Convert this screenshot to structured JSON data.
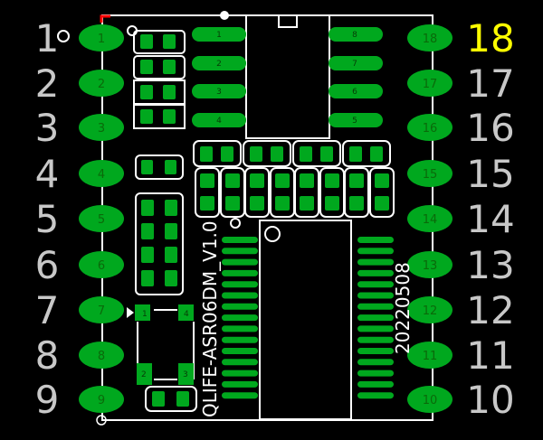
{
  "board": {
    "name": "QLIFE-ASR06DM_V1.0",
    "date": "20220508"
  },
  "colors": {
    "background": "#000000",
    "copper": "#00a81e",
    "silkscreen": "#ffffff",
    "pin_label": "#c8c8c8",
    "highlight": "#ffff00",
    "marker": "#ff0000"
  },
  "left_pins": [
    "1",
    "2",
    "3",
    "4",
    "5",
    "6",
    "7",
    "8",
    "9"
  ],
  "right_pins": [
    "18",
    "17",
    "16",
    "15",
    "14",
    "13",
    "12",
    "11",
    "10"
  ],
  "highlighted_pin": "18",
  "left_pad_labels": [
    "1",
    "2",
    "3",
    "4",
    "5",
    "6",
    "7",
    "8",
    "9"
  ],
  "right_pad_labels": [
    "18",
    "17",
    "16",
    "15",
    "14",
    "13",
    "12",
    "11",
    "10"
  ],
  "top_ic_left_labels": [
    "1",
    "2",
    "3",
    "4"
  ],
  "top_ic_right_labels": [
    "8",
    "7",
    "6",
    "5"
  ],
  "sot_labels": [
    "1",
    "4",
    "2",
    "3"
  ]
}
